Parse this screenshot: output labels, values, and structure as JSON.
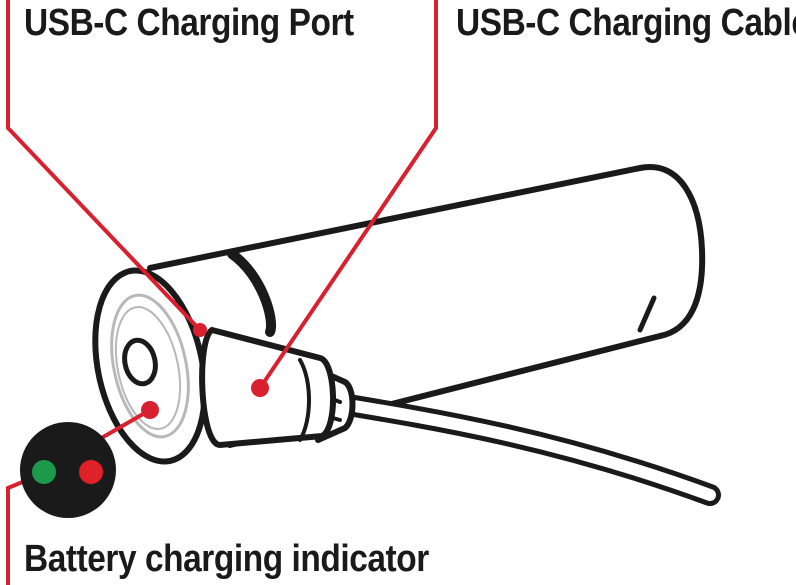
{
  "labels": {
    "port": "USB-C Charging Port",
    "cable": "USB-C Charging Cable",
    "indicator": "Battery charging indicator"
  },
  "colors": {
    "line": "#1a1a1a",
    "callout": "#d9202e",
    "led_green": "#1a9a4a",
    "led_red": "#e02127",
    "bubble": "#1a1a1a",
    "terminal_ring": "#b8b8b8"
  },
  "icons": {
    "battery": "battery-icon",
    "cable": "usb-c-cable-icon",
    "indicator": "led-indicator-icon"
  }
}
